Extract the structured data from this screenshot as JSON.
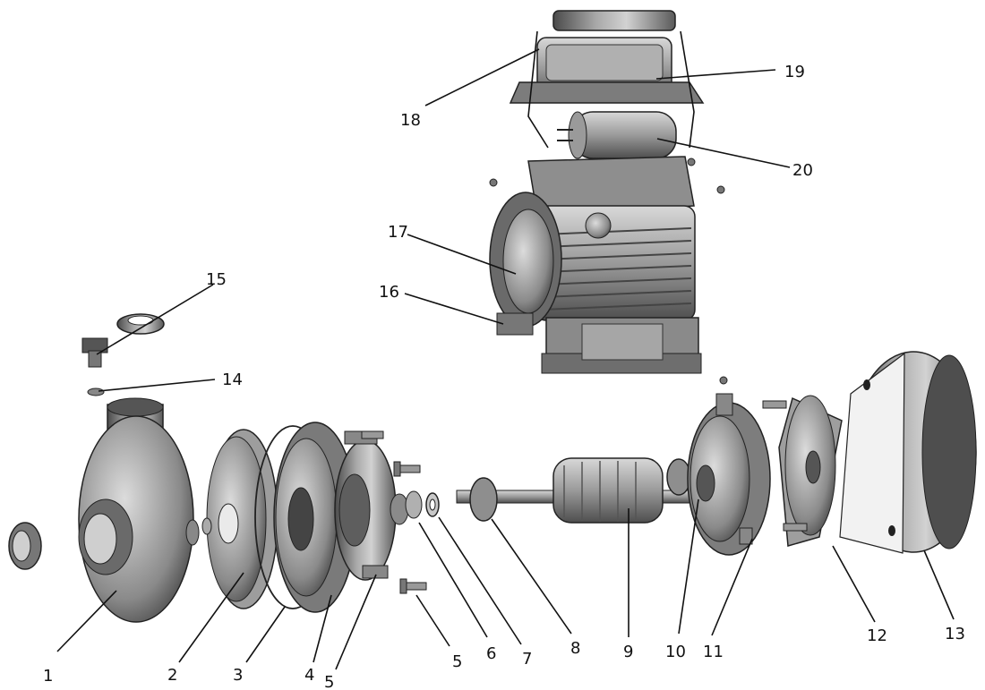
{
  "diagram": {
    "parts": [
      {
        "id": "pump-casing",
        "label": "1"
      },
      {
        "id": "impeller",
        "label": "2"
      },
      {
        "id": "o-ring",
        "label": "3"
      },
      {
        "id": "pump-cover-flange",
        "label": "4"
      },
      {
        "id": "motor-front-flange",
        "label": "5"
      },
      {
        "id": "bolt",
        "label": "5"
      },
      {
        "id": "mechanical-seal",
        "label": "6"
      },
      {
        "id": "washer",
        "label": "7"
      },
      {
        "id": "shaft-front",
        "label": "8"
      },
      {
        "id": "rotor",
        "label": "9"
      },
      {
        "id": "bearing",
        "label": "10"
      },
      {
        "id": "rear-end-cover",
        "label": "11"
      },
      {
        "id": "fan",
        "label": "12"
      },
      {
        "id": "fan-cover",
        "label": "13"
      },
      {
        "id": "priming-plug-gasket",
        "label": "14"
      },
      {
        "id": "priming-plug",
        "label": "15"
      },
      {
        "id": "base-foot",
        "label": "16"
      },
      {
        "id": "stator-housing",
        "label": "17"
      },
      {
        "id": "handle",
        "label": "18"
      },
      {
        "id": "terminal-box-cover",
        "label": "19"
      },
      {
        "id": "capacitor",
        "label": "20"
      }
    ]
  }
}
